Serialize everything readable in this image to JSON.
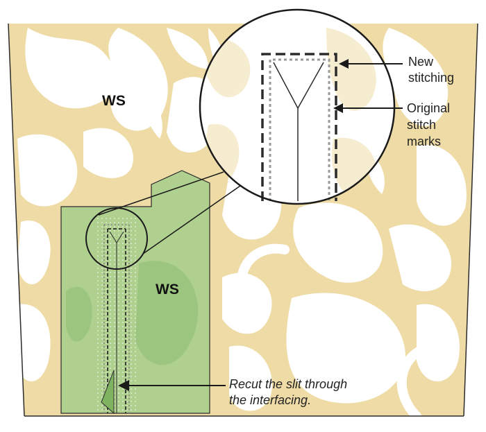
{
  "labels": {
    "ws_top": "WS",
    "ws_facing": "WS",
    "new_stitching": [
      "New",
      "stitching"
    ],
    "original_marks": [
      "Original",
      "stitch",
      "marks"
    ],
    "caption": [
      "Recut the slit through",
      "the interfacing."
    ]
  },
  "colors": {
    "fabric_cream": "#ffffff",
    "fabric_print": "#eedba6",
    "interfacing_green": "#a9cf8d",
    "interfacing_dark": "#8dbd72",
    "outline": "#2b2b2b",
    "new_stitch": "#2b2b2b",
    "original_stitch": "#9a9a9a"
  }
}
